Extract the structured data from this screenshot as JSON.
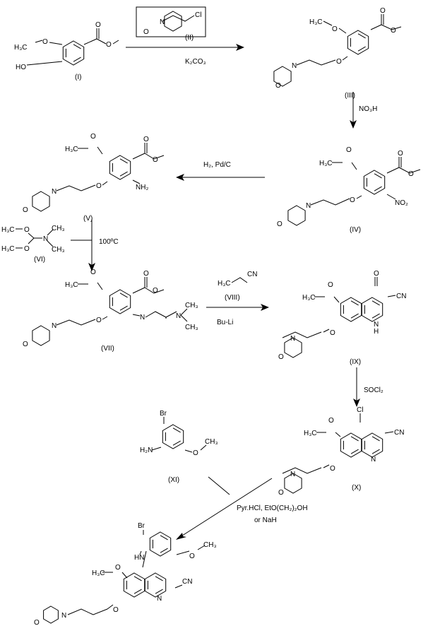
{
  "compounds": {
    "I": {
      "label": "(I)",
      "h3c": "H₃C",
      "o": "O",
      "ho": "HO",
      "o_ester": "O",
      "o_ester2": "O"
    },
    "II": {
      "label": "(II)",
      "n": "N",
      "o": "O",
      "cl": "Cl"
    },
    "III": {
      "label": "(III)",
      "h3c": "H₃C",
      "o": "O",
      "n": "N",
      "o_morph": "O",
      "o_link": "O",
      "o_ester": "O",
      "o_ester2": "O"
    },
    "IV": {
      "label": "(IV)",
      "h3c": "H₃C",
      "o": "O",
      "n": "N",
      "o_morph": "O",
      "o_link": "O",
      "o_ester": "O",
      "o_ester2": "O",
      "no2": "NO₂"
    },
    "V": {
      "label": "(V)",
      "h3c": "H₃C",
      "o": "O",
      "n": "N",
      "o_morph": "O",
      "o_link": "O",
      "o_ester": "O",
      "o_ester2": "O",
      "nh2": "NH₂"
    },
    "VI": {
      "label": "(VI)",
      "h3c1": "H₃C",
      "h3c2": "H₃C",
      "o1": "O",
      "o2": "O",
      "n": "N",
      "ch3a": "CH₃",
      "ch3b": "CH₃"
    },
    "VII": {
      "label": "(VII)",
      "h3c": "H₃C",
      "o": "O",
      "n": "N",
      "o_morph": "O",
      "o_link": "O",
      "o_ester": "O",
      "o_ester2": "O",
      "n_imine": "N",
      "n_amine": "N",
      "ch3a": "CH₃",
      "ch3b": "CH₃"
    },
    "VIII": {
      "label": "(VIII)",
      "h3c": "H₃C",
      "cn": "CN"
    },
    "IX": {
      "label": "(IX)",
      "h3c": "H₃C",
      "o": "O",
      "n": "N",
      "o_morph": "O",
      "o_link": "O",
      "o_keto": "O",
      "cn": "CN",
      "nh": "N",
      "h": "H"
    },
    "X": {
      "label": "(X)",
      "h3c": "H₃C",
      "o": "O",
      "n": "N",
      "o_morph": "O",
      "o_link": "O",
      "cl": "Cl",
      "cn": "CN",
      "n_ring": "N"
    },
    "XI": {
      "label": "(XI)",
      "br": "Br",
      "h2n": "H₂N",
      "o": "O",
      "ch3": "CH₃"
    },
    "final": {
      "br": "Br",
      "hn": "HN",
      "o": "O",
      "ch3": "CH₃",
      "h3c": "H₃C",
      "o2": "O",
      "cn": "CN",
      "n_ring": "N",
      "n": "N",
      "o_morph": "O",
      "o_link": "O"
    }
  },
  "reagents": {
    "step1": "K₂CO₃",
    "step2": "NO₃H",
    "step3": "H₂, Pd/C",
    "step4": "100ºC",
    "step5": "Bu-Li",
    "step6": "SOCl₂",
    "step7_line1": "Pyr.HCl, EtO(CH₂)₂OH",
    "step7_line2": "or NaH"
  }
}
